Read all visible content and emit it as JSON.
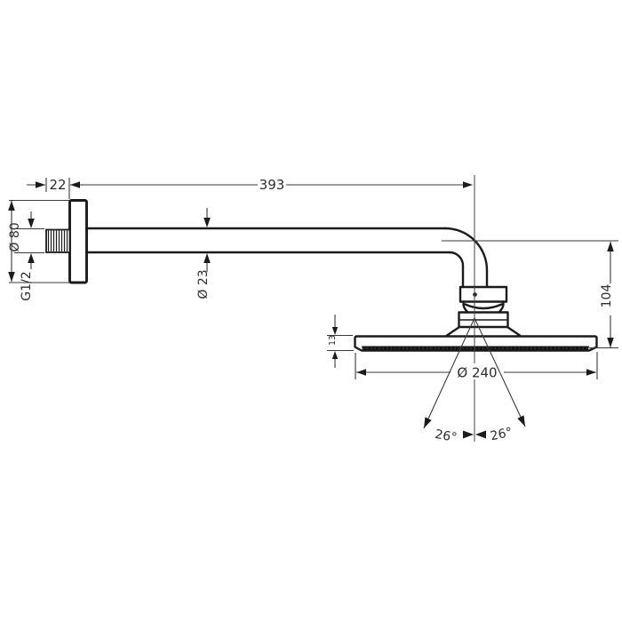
{
  "drawing": {
    "type": "technical-dimension-diagram",
    "subject": "overhead shower head with wall-mounted shower arm, side elevation",
    "background_color": "#ffffff",
    "line_color": "#1b1b1b",
    "labels": {
      "thread_length": "22",
      "arm_length": "393",
      "flange_diameter": "Ø 80",
      "thread_size": "G1/2",
      "arm_diameter": "Ø 23",
      "drop_height": "104",
      "head_thickness": "13",
      "head_diameter": "Ø 240",
      "spray_angle_left": "26°",
      "spray_angle_right": "26°"
    }
  }
}
